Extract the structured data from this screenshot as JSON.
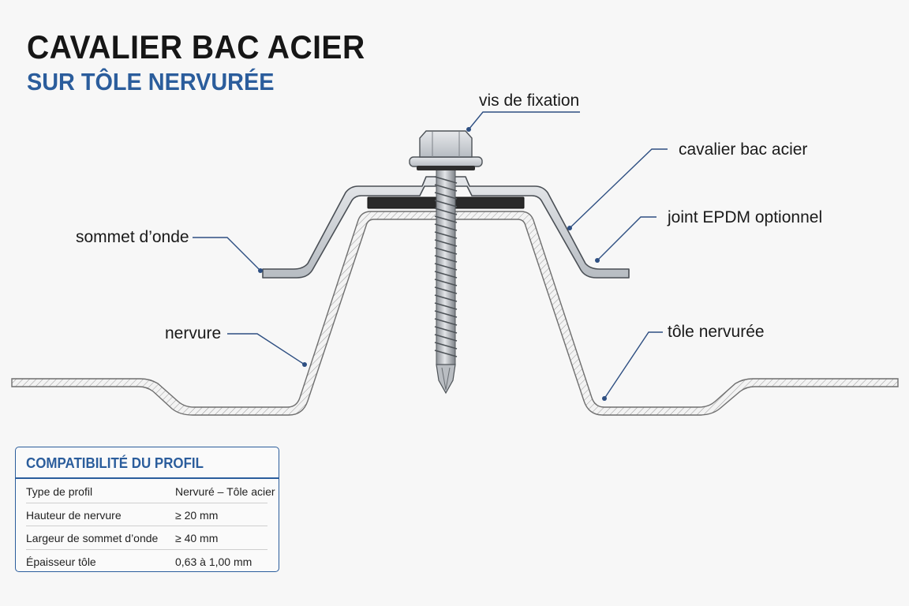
{
  "header": {
    "title": "CAVALIER BAC ACIER",
    "subtitle": "SUR TÔLE NERVURÉE"
  },
  "labels": {
    "screw": "vis de fixation",
    "saddle": "cavalier bac acier",
    "gasket": "joint EPDM optionnel",
    "crest": "sommet d’onde",
    "rib": "nervure",
    "sheet": "tôle nervurée"
  },
  "compat_table": {
    "title": "COMPATIBILITÉ DU PROFIL",
    "rows": [
      {
        "key": "Type de profil",
        "value": "Nervuré – Tôle acier"
      },
      {
        "key": "Hauteur de nervure",
        "value": "≥ 20 mm"
      },
      {
        "key": "Largeur de sommet d’onde",
        "value": "≥ 40 mm"
      },
      {
        "key": "Épaisseur tôle",
        "value": "0,63 à 1,00 mm"
      }
    ]
  },
  "colors": {
    "accent_blue": "#2b5d9c",
    "leader_line": "#2e4f82",
    "steel": "#c8ccd1",
    "gasket": "#2a2a2a"
  }
}
